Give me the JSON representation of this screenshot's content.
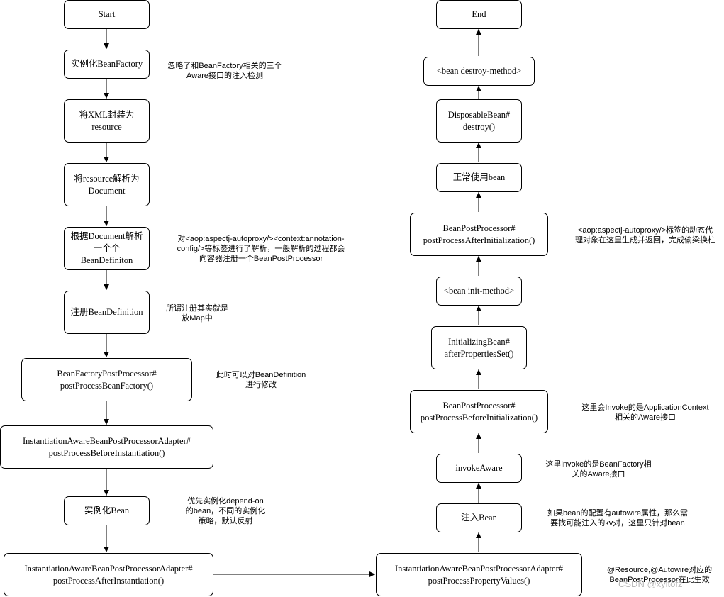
{
  "left_column": [
    {
      "id": "start",
      "label": "Start"
    },
    {
      "id": "instantiate-beanfactory",
      "label": "实例化BeanFactory"
    },
    {
      "id": "wrap-xml",
      "label": "将XML封装为\nresource"
    },
    {
      "id": "parse-resource",
      "label": "将resource解析为\nDocument"
    },
    {
      "id": "parse-document",
      "label": "根据Document解析\n一个个\nBeanDefiniton"
    },
    {
      "id": "register-beandefinition",
      "label": "注册BeanDefinition"
    },
    {
      "id": "postprocess-beanfactory",
      "label": "BeanFactoryPostProcessor#\npostProcessBeanFactory()"
    },
    {
      "id": "before-instantiation",
      "label": "InstantiationAwareBeanPostProcessorAdapter#\npostProcessBeforeInstantiation()"
    },
    {
      "id": "instantiate-bean",
      "label": "实例化Bean"
    },
    {
      "id": "after-instantiation",
      "label": "InstantiationAwareBeanPostProcessorAdapter#\npostProcessAfterInstantiation()"
    }
  ],
  "right_column": [
    {
      "id": "property-values",
      "label": "InstantiationAwareBeanPostProcessorAdapter#\npostProcessPropertyValues()"
    },
    {
      "id": "inject-bean",
      "label": "注入Bean"
    },
    {
      "id": "invoke-aware",
      "label": "invokeAware"
    },
    {
      "id": "before-initialization",
      "label": "BeanPostProcessor#\npostProcessBeforeInitialization()"
    },
    {
      "id": "after-properties-set",
      "label": "InitializingBean#\nafterPropertiesSet()"
    },
    {
      "id": "init-method",
      "label": "<bean init-method>"
    },
    {
      "id": "after-initialization",
      "label": "BeanPostProcessor#\npostProcessAfterInitialization()"
    },
    {
      "id": "use-bean",
      "label": "正常使用bean"
    },
    {
      "id": "disposable-destroy",
      "label": "DisposableBean#\ndestroy()"
    },
    {
      "id": "destroy-method",
      "label": "<bean destroy-method>"
    },
    {
      "id": "end",
      "label": "End"
    }
  ],
  "notes": {
    "beanfactory_aware": "忽略了和BeanFactory相关的三个\nAware接口的注入检测",
    "parse_document": "对<aop:aspectj-autoproxy/><context:annotation-\nconfig/>等标签进行了解析，一般解析的过程都会\n向容器注册一个BeanPostProcessor",
    "register": "所谓注册其实就是\n放Map中",
    "postprocess_beanfactory": "此时可以对BeanDefinition\n进行修改",
    "instantiate_bean": "优先实例化depend-on\n的bean，不同的实例化\n策略，默认反射",
    "after_initialization": "<aop:aspectj-autoproxy/>标签的动态代\n理对象在这里生成并返回，完成偷梁换柱",
    "before_initialization": "这里会Invoke的是ApplicationContext\n相关的Aware接口",
    "invoke_aware": "这里invoke的是BeanFactory相\n关的Aware接口",
    "inject_bean": "如果bean的配置有autowire属性，那么需\n要找可能注入的kv对，这里只针对bean",
    "property_values": "@Resource,@Autowire对应的\nBeanPostProcessor在此生效"
  },
  "watermark": "CSDN @xyltofz"
}
